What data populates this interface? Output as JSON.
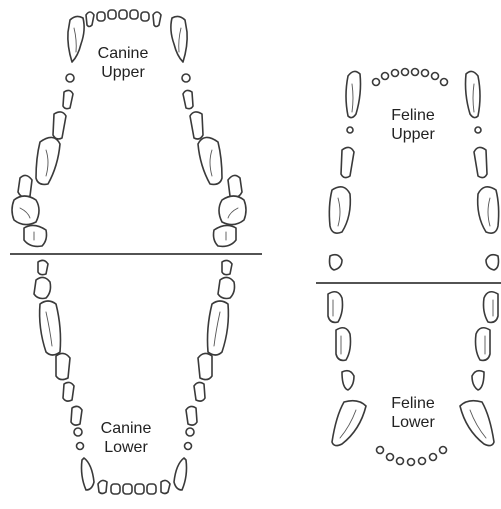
{
  "panels": {
    "canine_upper": {
      "line1": "Canine",
      "line2": "Upper"
    },
    "canine_lower": {
      "line1": "Canine",
      "line2": "Lower"
    },
    "feline_upper": {
      "line1": "Feline",
      "line2": "Upper"
    },
    "feline_lower": {
      "line1": "Feline",
      "line2": "Lower"
    }
  },
  "colors": {
    "outline": "#3a3a3a",
    "divider": "#1a1a1a",
    "text": "#222222"
  }
}
